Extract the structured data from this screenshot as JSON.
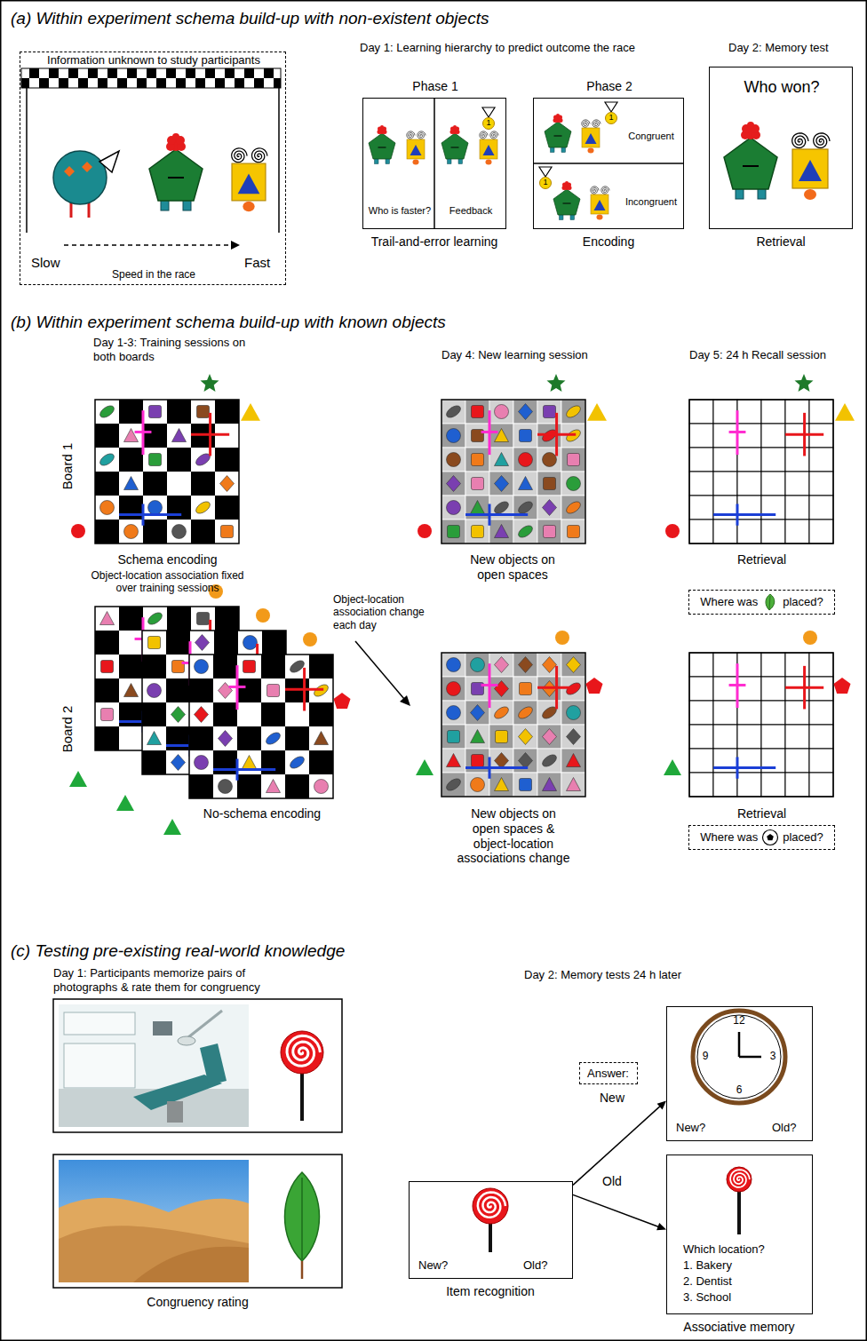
{
  "diagram": {
    "nodes": [
      {
        "text": [
          "Information unknown to study participants",
          "Slow",
          "Speed in the race",
          "Fast"
        ]
      },
      {
        "text": [
          "Phase 1",
          "Who is faster?",
          "Feedback"
        ]
      },
      {
        "text": [
          "Phase 2",
          "Congruent",
          "Incongruent"
        ]
      },
      {
        "text": [
          "Who won?"
        ]
      },
      {
        "text": [
          "Where was",
          "placed?"
        ]
      },
      {
        "text": [
          "Where was",
          "placed?"
        ]
      },
      {
        "text": [
          "New?",
          "Old?"
        ]
      },
      {
        "text": [
          "Answer:"
        ]
      },
      {
        "text": [
          "New?",
          "Old?"
        ]
      },
      {
        "text": [
          "Which location?",
          "1. Bakery",
          "2. Dentist",
          "3. School"
        ]
      }
    ],
    "edges": [
      {
        "from": 6,
        "to": 8,
        "arrow": "to",
        "label": "New"
      },
      {
        "from": 6,
        "to": 9,
        "arrow": "to",
        "label": "Old"
      }
    ],
    "labels": [
      "(a) Within experiment schema build-up with non-existent objects",
      "Day 1: Learning hierarchy to predict outcome the race",
      "Day 2: Memory test",
      "1",
      "1",
      "1",
      "Trail-and-error learning",
      "Encoding",
      "Retrieval",
      "(b) Within experiment schema build-up with known objects",
      "Day 1-3: Training sessions on both boards",
      "Day 4: New learning session",
      "Day 5: 24 h Recall session",
      "Board 1",
      "Schema encoding",
      "Object-location association fixed over training sessions",
      "New objects on open spaces",
      "Retrieval",
      "Board 2",
      "Object-location association change each day",
      "No-schema encoding",
      "New objects on open spaces & object-location associations change",
      "Retrieval",
      "(c) Testing pre-existing real-world knowledge",
      "Day 1: Participants memorize pairs of photographs & rate them for congruency",
      "Congruency rating",
      "Day 2: Memory tests 24 h later",
      "Item recognition",
      "Associative memory",
      "12",
      "9",
      "3",
      "6"
    ]
  }
}
